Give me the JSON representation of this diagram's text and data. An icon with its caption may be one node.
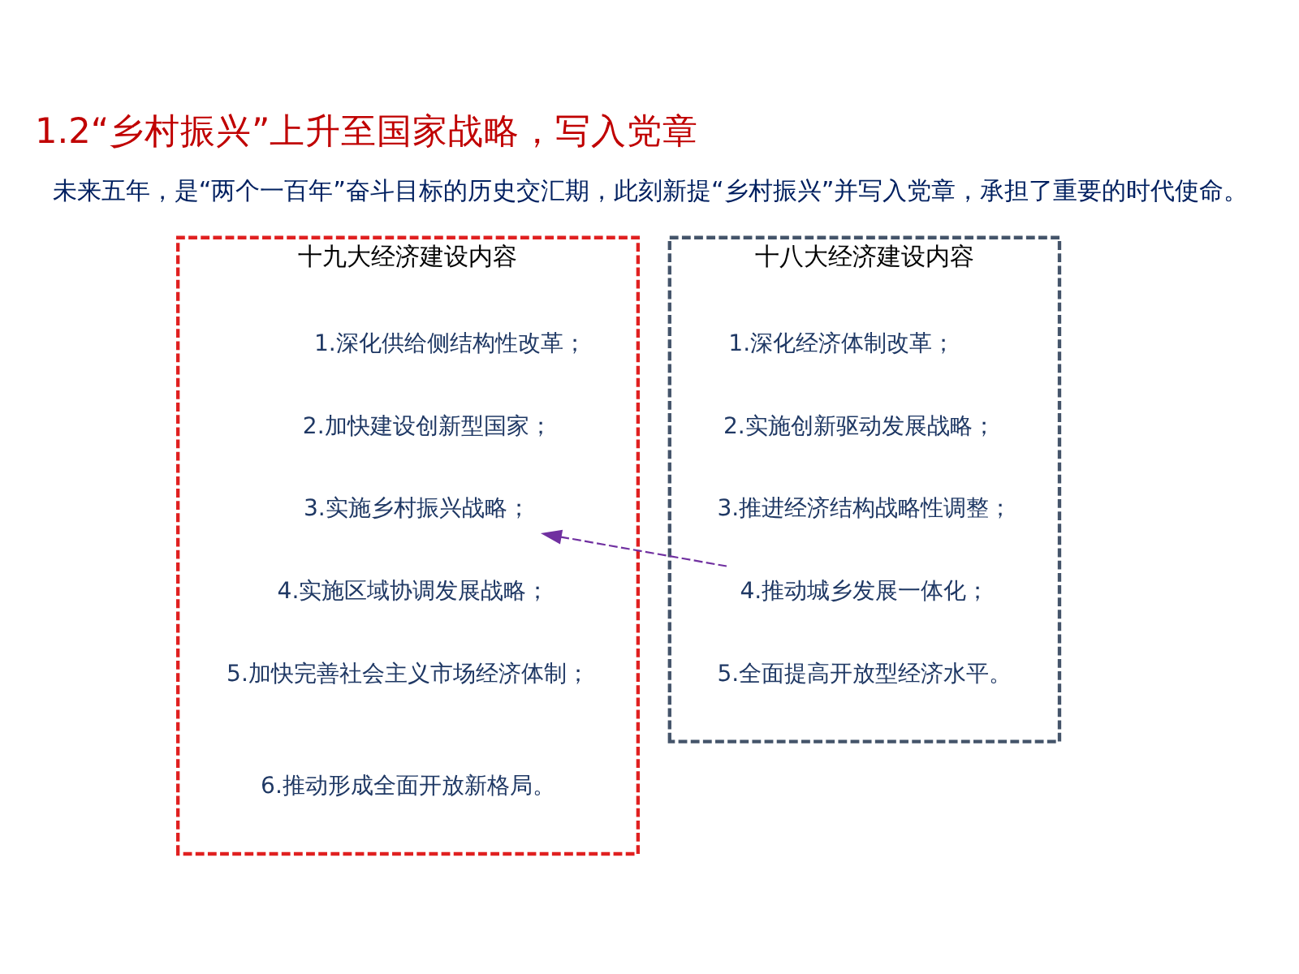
{
  "diagram": {
    "title": "1.2“乡村振兴”上升至国家战略，写入党章",
    "nodes": [
      {
        "text": [
          "十九大经济建设内容"
        ]
      },
      {
        "text": [
          "1.深化供给侧结构性改革；"
        ],
        "in": 0
      },
      {
        "text": [
          "2.加快建设创新型国家；"
        ],
        "in": 0
      },
      {
        "text": [
          "3.实施乡村振兴战略；"
        ],
        "in": 0
      },
      {
        "text": [
          "4.实施区域协调发展战略；"
        ],
        "in": 0
      },
      {
        "text": [
          "5.加快完善社会主义市场经济体制；"
        ],
        "in": 0
      },
      {
        "text": [
          "6.推动形成全面开放新格局。"
        ],
        "in": 0
      },
      {
        "text": [
          "十八大经济建设内容"
        ]
      },
      {
        "text": [
          "1.深化经济体制改革；"
        ],
        "in": 7
      },
      {
        "text": [
          "2.实施创新驱动发展战略；"
        ],
        "in": 7
      },
      {
        "text": [
          "3.推进经济结构战略性调整；"
        ],
        "in": 7
      },
      {
        "text": [
          "4.推动城乡发展一体化；"
        ],
        "in": 7
      },
      {
        "text": [
          "5.全面提高开放型经济水平。"
        ],
        "in": 7
      }
    ],
    "edges": [
      {
        "from": 11,
        "to": 3,
        "arrow": "to",
        "style": "dashed",
        "color": "#7030a0"
      }
    ],
    "labels": [
      "未来五年，是“两个一百年”奋斗目标的历史交汇期，此刻新提“乡村振兴”并写入党章，承担了重要的时代使命。"
    ]
  }
}
